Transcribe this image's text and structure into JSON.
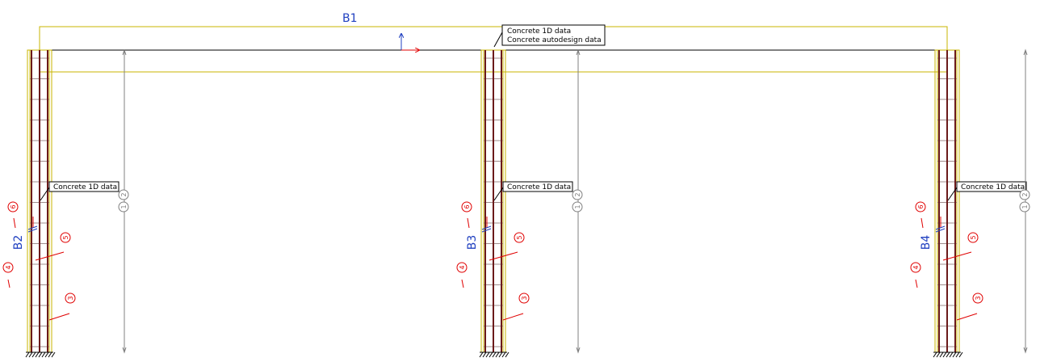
{
  "colors": {
    "background": "#ffffff",
    "outline": "#c8b400",
    "column_bar": "#6b1a1a",
    "stirrup": "#a08c8c",
    "member_label": "#2040c0",
    "marker": "#e00000",
    "dimension": "#808080",
    "beam_line": "#000000",
    "hatch": "#000000"
  },
  "members": {
    "beam": "B1",
    "column_left": "B2",
    "column_mid": "B3",
    "column_right": "B4"
  },
  "tags": {
    "beam_line1": "Concrete 1D data",
    "beam_line2": "Concrete autodesign data",
    "col_left": "Concrete 1D data",
    "col_mid": "Concrete 1D data",
    "col_right": "Concrete 1D data"
  },
  "markers": {
    "m6": "6",
    "m5": "5",
    "m4": "4",
    "m3": "3"
  },
  "dimension_markers": {
    "d1": "1",
    "d2": "2"
  }
}
